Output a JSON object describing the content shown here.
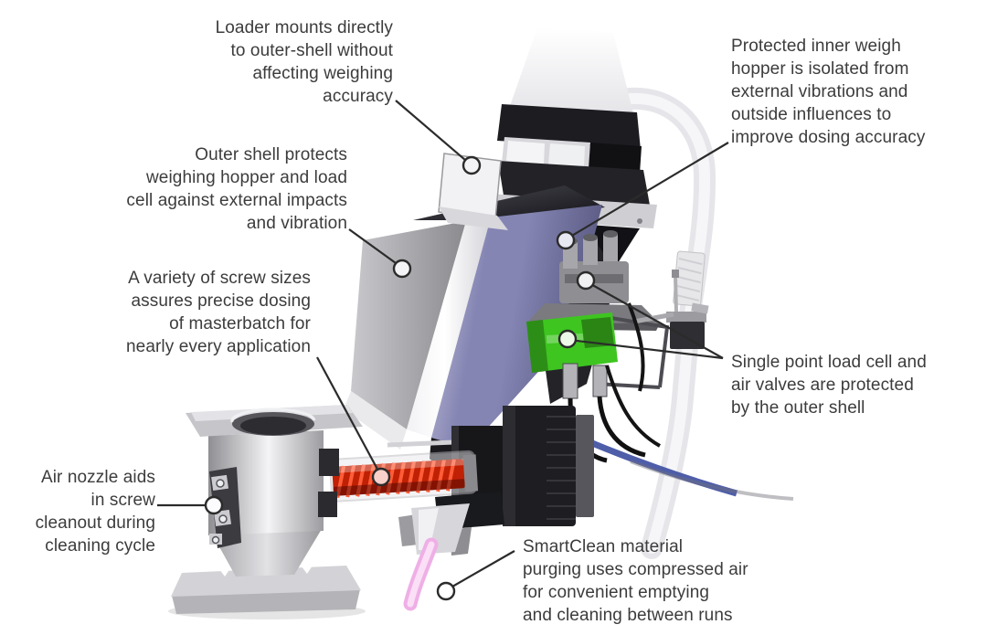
{
  "callouts": {
    "loader_mount": {
      "text": "Loader mounts directly\nto outer-shell without\naffecting weighing\naccuracy"
    },
    "inner_weigh_hopper": {
      "text": "Protected inner weigh\nhopper is isolated from\nexternal vibrations and\noutside influences to\nimprove dosing accuracy"
    },
    "outer_shell": {
      "text": "Outer shell protects\nweighing hopper and load\ncell against external impacts\nand vibration"
    },
    "screw_sizes": {
      "text": "A variety of screw sizes\nassures precise dosing\nof masterbatch for\nnearly every application"
    },
    "load_cell": {
      "text": "Single point load cell and\nair valves are protected\nby the outer shell"
    },
    "air_nozzle": {
      "text": "Air nozzle aids\nin screw\ncleanout during\ncleaning cycle"
    },
    "smartclean": {
      "text": "SmartClean material\npurging uses compressed air\nfor convenient emptying\nand cleaning between runs"
    }
  },
  "colors": {
    "text": "#3c3c3c",
    "leader_line": "#2b2b2b",
    "hopper_purple": "#8585b4",
    "load_cell_green": "#3ec520",
    "screw_red": "#c02104",
    "purge_pink": "#efafe6",
    "cable_blue": "#3c4da0",
    "shell_gray": "#a5a5a9",
    "steel_light": "#e9e9ec",
    "loader_black": "#1f1f23"
  }
}
